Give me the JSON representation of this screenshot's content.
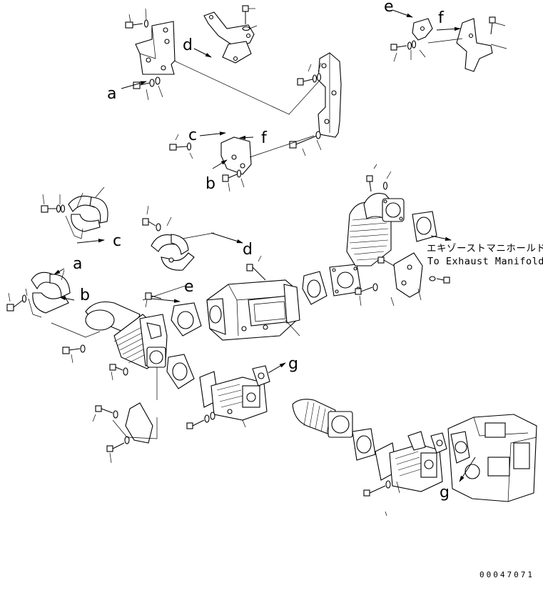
{
  "labels": {
    "a": "a",
    "b": "b",
    "c": "c",
    "d": "d",
    "e": "e",
    "f": "f",
    "g": "g"
  },
  "note": {
    "line1": "エキゾーストマニホールドへ",
    "line2": "To Exhaust Manifold"
  },
  "drawing_code": "00047071"
}
